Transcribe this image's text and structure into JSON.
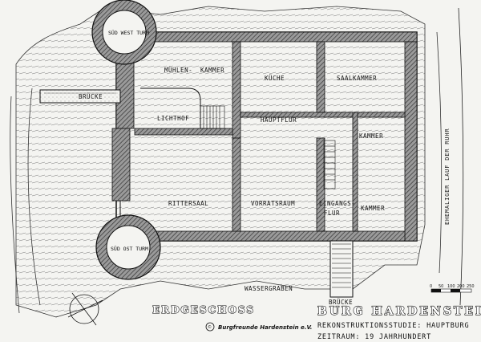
{
  "plan": {
    "floor_title": "ERDGESCHOSS",
    "castle_title": "BURG HARDENSTEIN",
    "subtitle": "REKONSTRUKTIONSSTUDIE: HAUPTBURG",
    "period": "ZEITRAUM: 19 JAHRHUNDERT",
    "credit": "Burgfreunde Hardenstein e.V.",
    "copyright_symbol": "©",
    "river_label": "EHEMALIGER LAUF DER RUHR",
    "moat_label": "WASSERGRABEN",
    "scale_ticks": [
      "0",
      "50",
      "100",
      "200",
      "250"
    ]
  },
  "rooms": {
    "sued_west_turm": "SÜD WEST TURM",
    "bruecke_west": "BRÜCKE",
    "muehlen": "MÜHLEN-",
    "kammer_muehlen": "KAMMER",
    "kueche": "KÜCHE",
    "saalkammer": "SAALKAMMER",
    "lichthof": "LICHTHOF",
    "hauptflur": "HAUPTFLUR",
    "kammer_east_upper": "KAMMER",
    "rittersaal": "RITTERSAAL",
    "vorratsraum": "VORRATSRAUM",
    "eingangs": "EINGANGS-",
    "flur": "FLUR",
    "kammer_east_lower": "KAMMER",
    "sued_ost_turm": "SÜD OST TURM",
    "bruecke_south": "BRÜCKE"
  },
  "colors": {
    "paper": "#f4f4f1",
    "ink": "#111111",
    "wall_fill": "#8a8a8a"
  }
}
